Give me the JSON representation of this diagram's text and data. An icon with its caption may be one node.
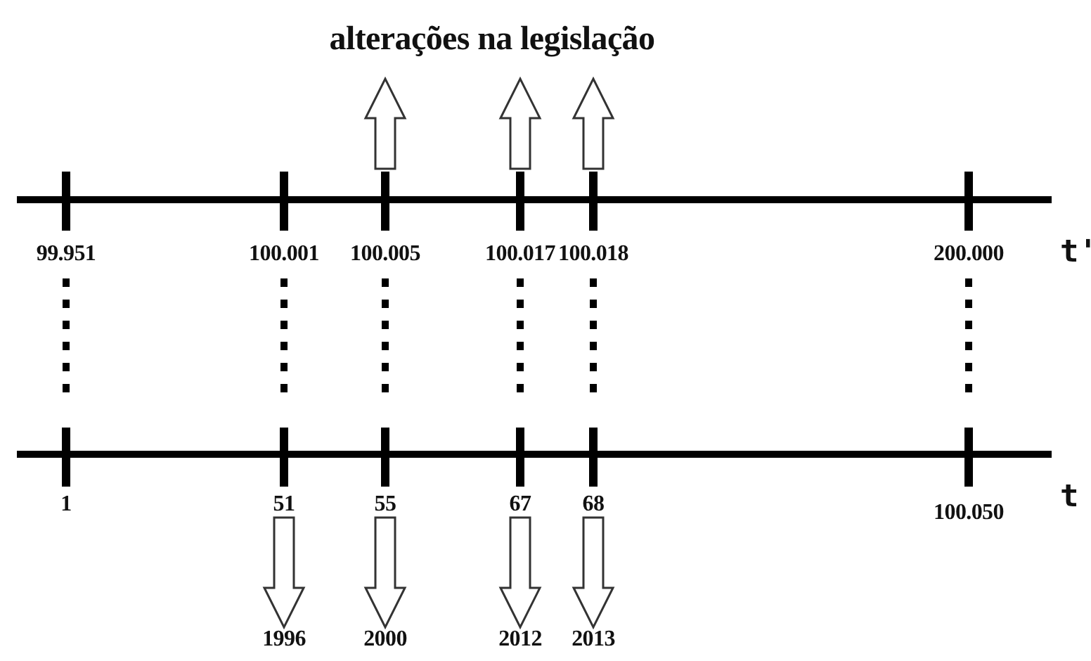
{
  "diagram": {
    "nodes": [
      {
        "text": [
          "alterações na legislação"
        ]
      },
      {
        "text": [
          "99.951"
        ]
      },
      {
        "text": [
          "100.001"
        ]
      },
      {
        "text": [
          "100.005"
        ]
      },
      {
        "text": [
          "100.017"
        ]
      },
      {
        "text": [
          "100.018"
        ]
      },
      {
        "text": [
          "200.000"
        ]
      },
      {
        "text": [
          "1"
        ]
      },
      {
        "text": [
          "51"
        ]
      },
      {
        "text": [
          "55"
        ]
      },
      {
        "text": [
          "67"
        ]
      },
      {
        "text": [
          "68"
        ]
      },
      {
        "text": [
          "100.050"
        ]
      },
      {
        "text": [
          "1996"
        ]
      },
      {
        "text": [
          "2000"
        ]
      },
      {
        "text": [
          "2012"
        ]
      },
      {
        "text": [
          "2013"
        ]
      }
    ],
    "edges": [
      {
        "from": 3,
        "to": 0,
        "arrow": "to",
        "style": "thick"
      },
      {
        "from": 4,
        "to": 0,
        "arrow": "to",
        "style": "thick"
      },
      {
        "from": 5,
        "to": 0,
        "arrow": "to",
        "style": "thick"
      },
      {
        "from": 1,
        "to": 7,
        "arrow": "none",
        "style": "dashed"
      },
      {
        "from": 2,
        "to": 8,
        "arrow": "none",
        "style": "dashed"
      },
      {
        "from": 3,
        "to": 9,
        "arrow": "none",
        "style": "dashed"
      },
      {
        "from": 4,
        "to": 10,
        "arrow": "none",
        "style": "dashed"
      },
      {
        "from": 5,
        "to": 11,
        "arrow": "none",
        "style": "dashed"
      },
      {
        "from": 6,
        "to": 12,
        "arrow": "none",
        "style": "dashed"
      },
      {
        "from": 8,
        "to": 13,
        "arrow": "to",
        "style": "thick"
      },
      {
        "from": 9,
        "to": 14,
        "arrow": "to",
        "style": "thick"
      },
      {
        "from": 10,
        "to": 15,
        "arrow": "to",
        "style": "thick"
      },
      {
        "from": 11,
        "to": 16,
        "arrow": "to",
        "style": "thick"
      }
    ],
    "labels": [
      "t'",
      "t"
    ]
  }
}
